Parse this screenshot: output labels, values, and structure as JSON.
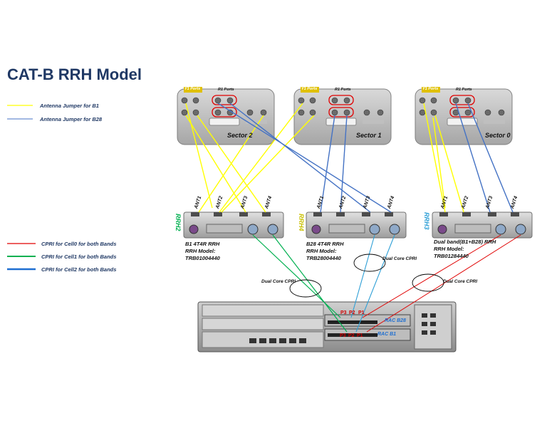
{
  "title": "CAT-B RRH Model",
  "legend": {
    "antenna": [
      {
        "label": "Antenna Jumper for B1",
        "color": "#ffff00"
      },
      {
        "label": "Antenna Jumper for B28",
        "color": "#4472c4"
      }
    ],
    "cpri": [
      {
        "label": "CPRI for Cell0 for both Bands",
        "color": "#e00000"
      },
      {
        "label": "CPRI for Cell1 for both Bands",
        "color": "#00b050"
      },
      {
        "label": "CPRI for Cell2 for both Bands",
        "color": "#1f6fd1"
      }
    ]
  },
  "antenna_boxes": [
    {
      "sector": "Sector 2",
      "y1_ports": "Y1 Ports",
      "r1_ports": "R1 Ports"
    },
    {
      "sector": "Sector 1",
      "y1_ports": "Y1 Ports",
      "r1_ports": "R1 Ports"
    },
    {
      "sector": "Sector 0",
      "y1_ports": "Y1 Ports",
      "r1_ports": "R1 Ports"
    }
  ],
  "ant_labels": [
    "ANT1",
    "ANT2",
    "ANT3",
    "ANT4"
  ],
  "rrh_units": [
    {
      "name": "RRH2",
      "name_color": "#00b050",
      "line1": "B1 4T4R RRH",
      "line2": "RRH Model:",
      "line3": "TRB01004440"
    },
    {
      "name": "RRH4",
      "name_color": "#c9c000",
      "line1": "B28 4T4R RRH",
      "line2": "RRH Model:",
      "line3": "TRB28004440"
    },
    {
      "name": "RRH3",
      "name_color": "#2e9fd6",
      "line1": "Dual band(B1+B28) RRH",
      "line2": "RRH Model:",
      "line3": "TRB01284440"
    }
  ],
  "dual_core_label": "Dual Core CPRI",
  "bbu": {
    "ports_top": [
      "P3",
      "P2",
      "P1"
    ],
    "ports_bottom": [
      "P3",
      "P2",
      "P1"
    ],
    "rac_top": "RAC B28",
    "rac_bottom": "RAC B1"
  }
}
